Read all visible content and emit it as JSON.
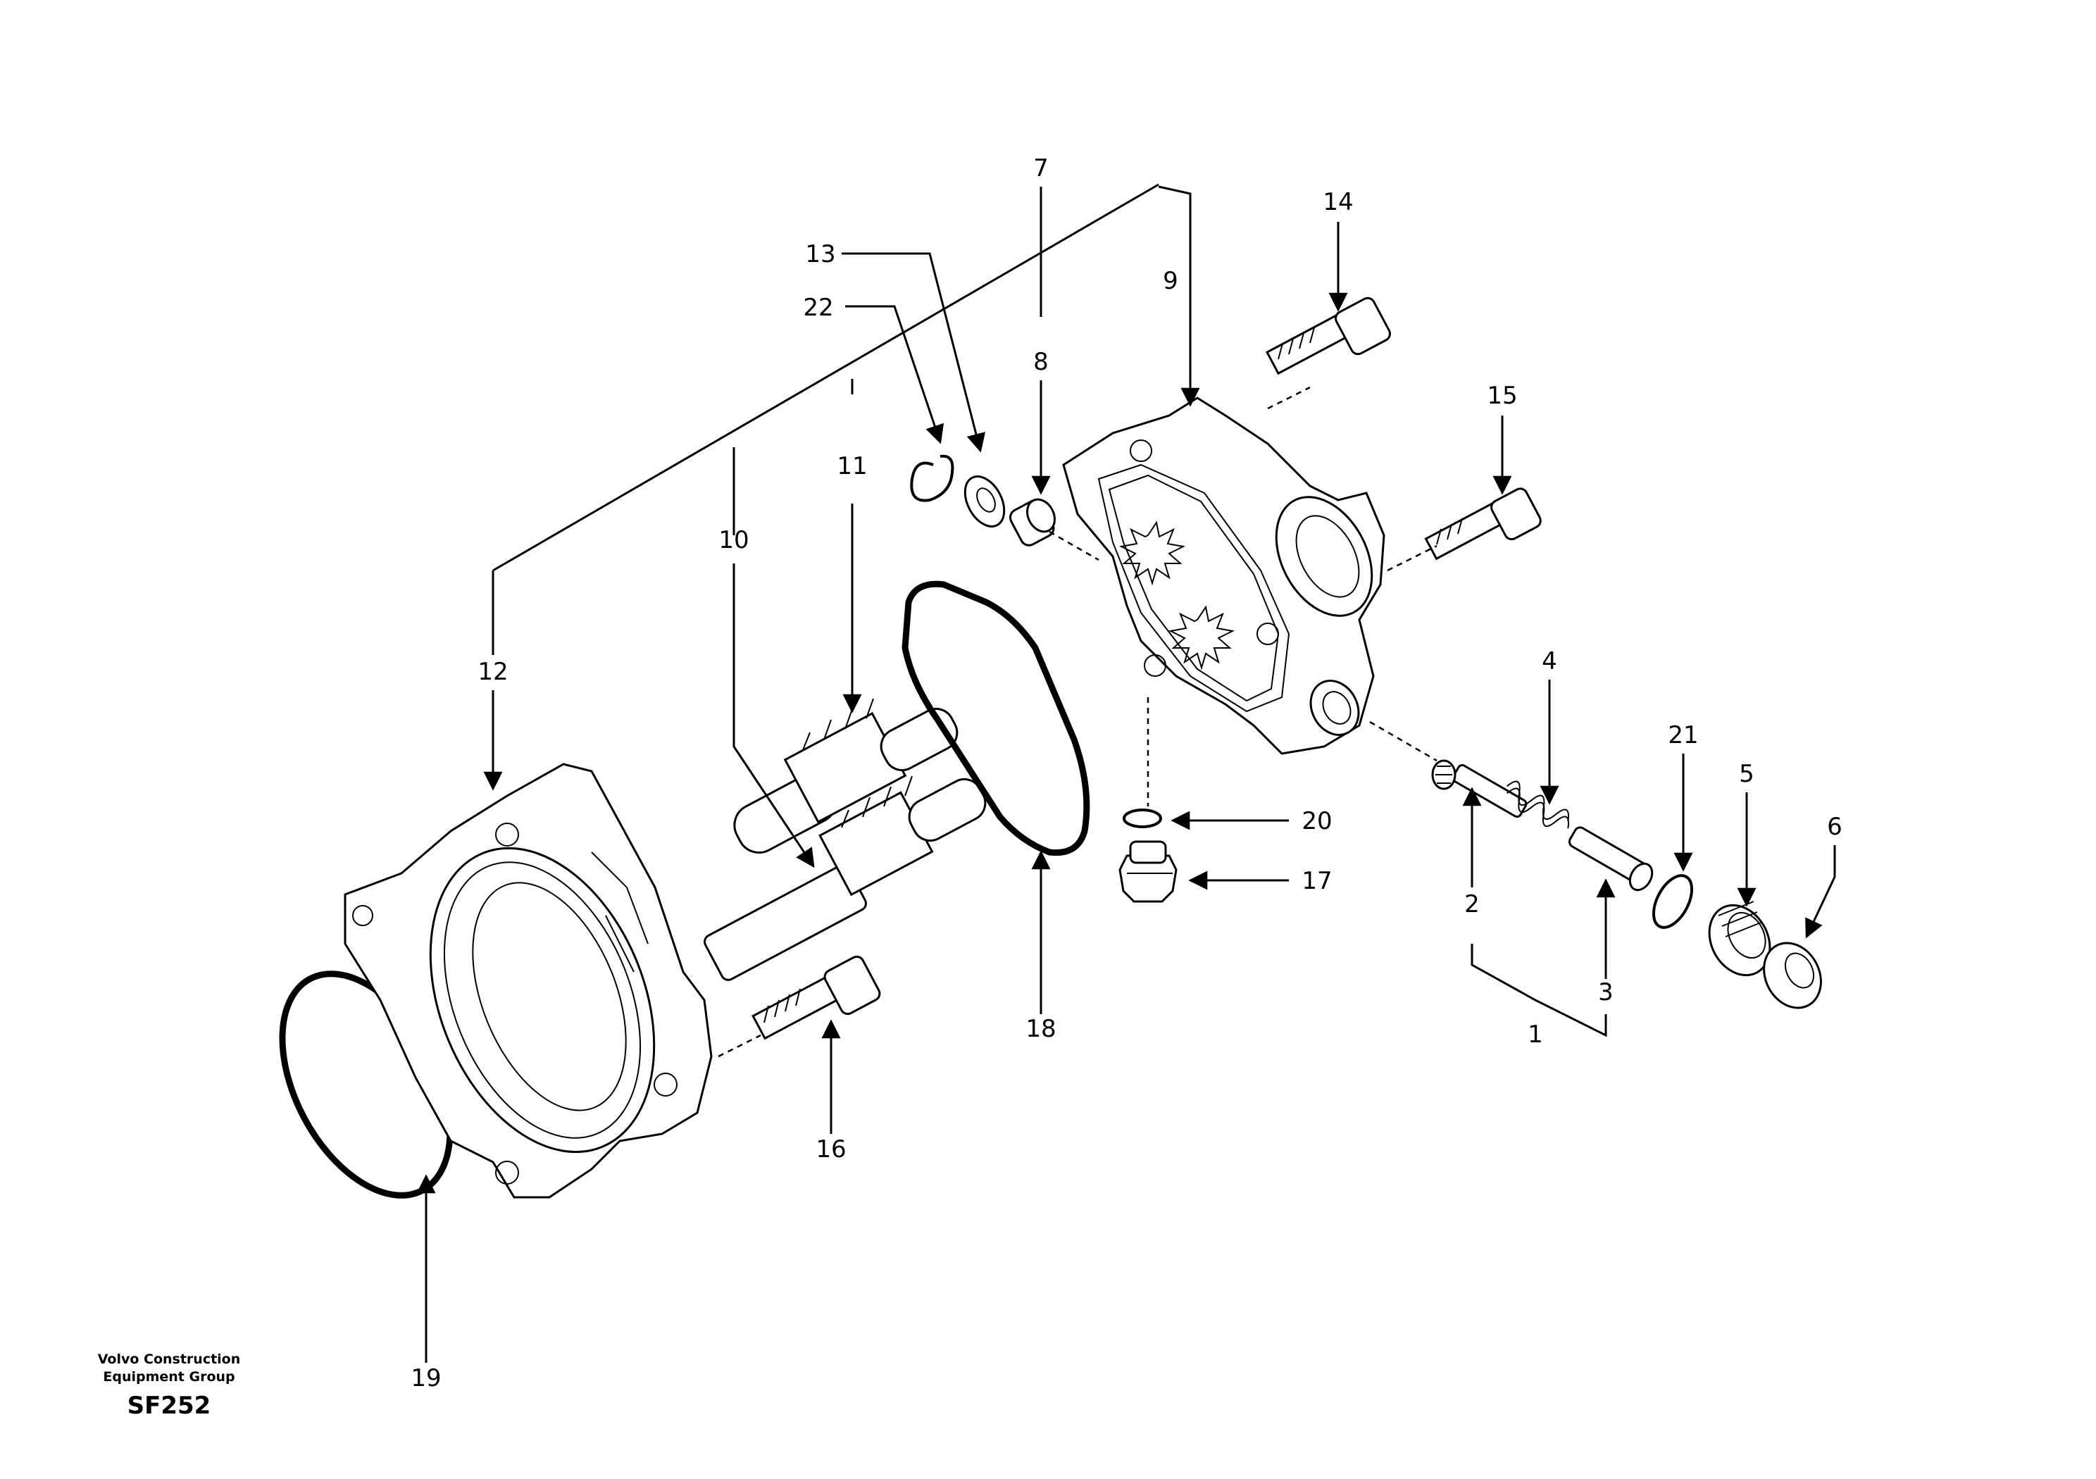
{
  "callouts": [
    "1",
    "2",
    "3",
    "4",
    "5",
    "6",
    "7",
    "8",
    "9",
    "10",
    "11",
    "12",
    "13",
    "14",
    "15",
    "16",
    "17",
    "18",
    "19",
    "20",
    "21",
    "22"
  ],
  "footer": {
    "company_line1": "Volvo Construction",
    "company_line2": "Equipment Group",
    "figure_code": "SF252"
  }
}
